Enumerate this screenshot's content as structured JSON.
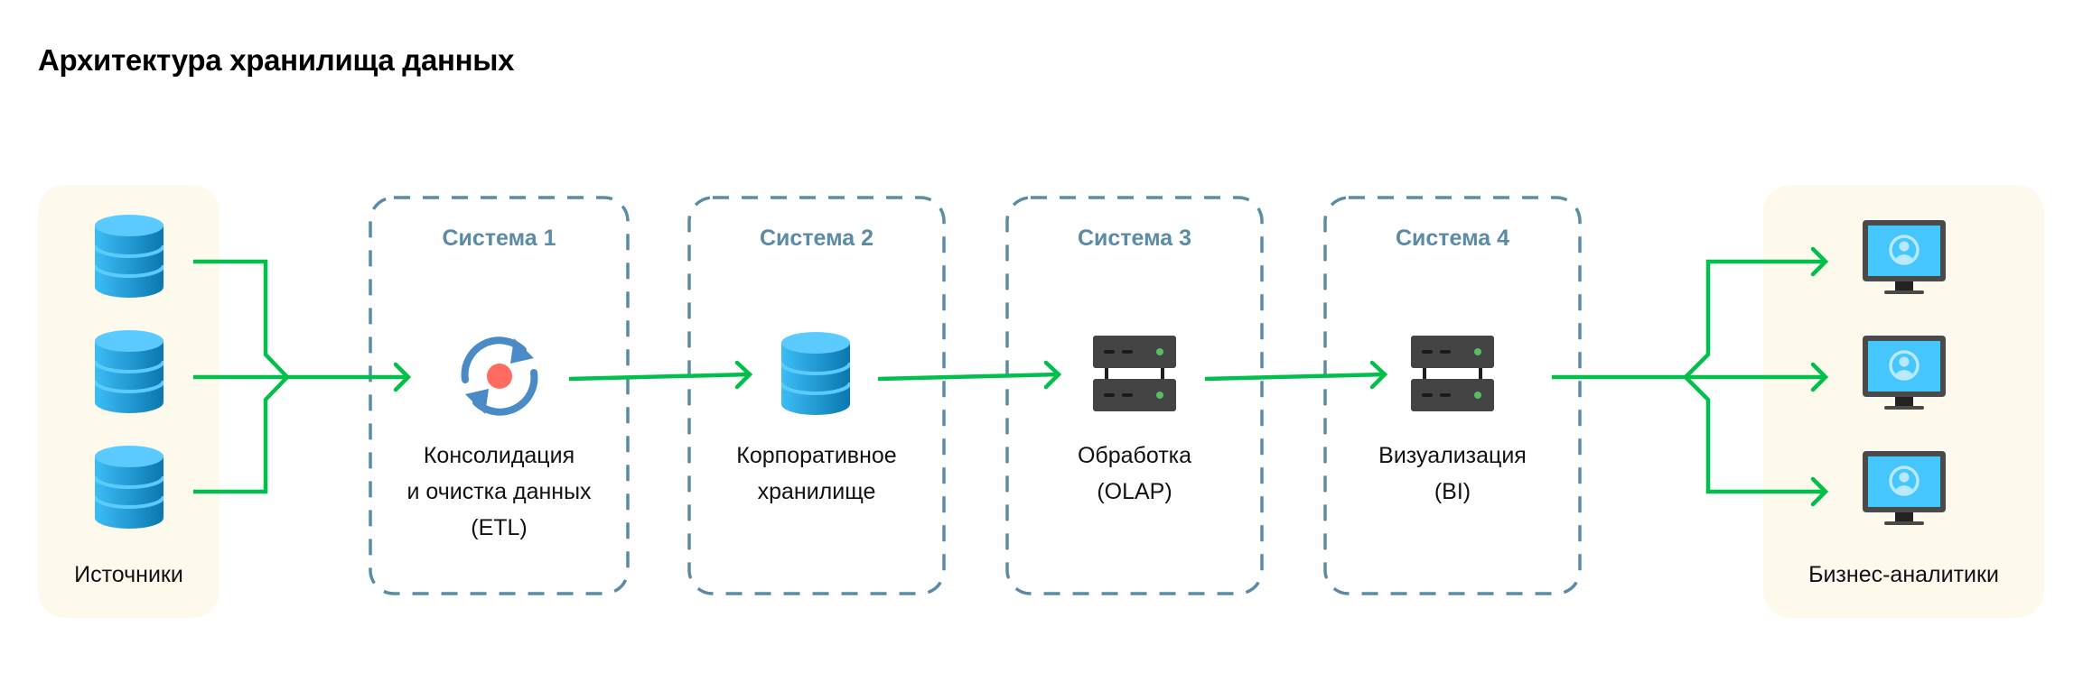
{
  "title": "Архитектура хранилища данных",
  "colors": {
    "flow_line": "#00C04B",
    "system_border": "#5A8CA5",
    "system_title": "#5A8CA5",
    "zone_background": "#FDF9EC",
    "database_top": "#5BCBFF",
    "database_body_light": "#37B5F0",
    "database_body_dark": "#0B7AB0",
    "sync_arrows": "#4A8BC7",
    "sync_dot": "#FF6B5E",
    "server_body": "#444444",
    "server_led": "#5DBB63",
    "monitor_frame": "#4A4A4A",
    "monitor_screen": "#45C6FF",
    "monitor_avatar": "#B8E9FF"
  },
  "sources": {
    "label": "Источники",
    "icon": "database-icon",
    "count": 3
  },
  "systems": [
    {
      "title": "Система 1",
      "icon": "sync-icon",
      "label_lines": [
        "Консолидация",
        "и очистка данных",
        "(ETL)"
      ]
    },
    {
      "title": "Система 2",
      "icon": "database-icon",
      "label_lines": [
        "Корпоративное",
        "хранилище"
      ]
    },
    {
      "title": "Система 3",
      "icon": "server-icon",
      "label_lines": [
        "Обработка",
        "(OLAP)"
      ]
    },
    {
      "title": "Система 4",
      "icon": "server-icon",
      "label_lines": [
        "Визуализация",
        "(BI)"
      ]
    }
  ],
  "consumers": {
    "label": "Бизнес-аналитики",
    "icon": "monitor-user-icon",
    "count": 3
  }
}
